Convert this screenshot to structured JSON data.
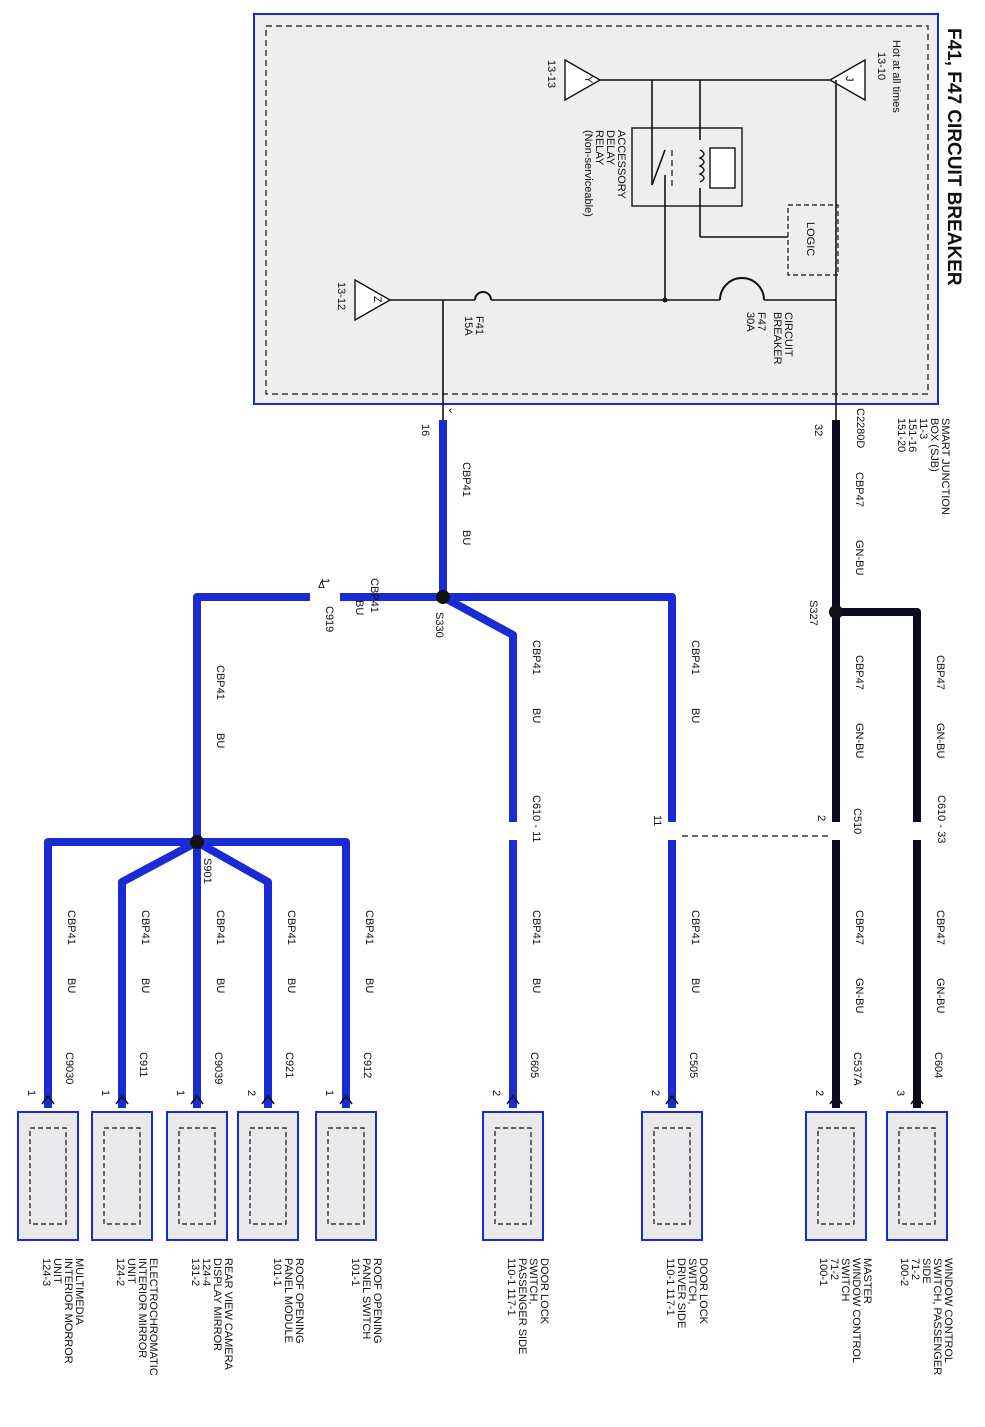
{
  "title": "F41, F47 CIRCUIT BREAKER",
  "sjb": {
    "hot_label": "Hot at all times",
    "hot_ref": "13-10",
    "hot_tag": "J",
    "y_ref": "13-13",
    "y_tag": "Y",
    "z_ref": "13-12",
    "z_tag": "Z",
    "relay_label": "ACCESSORY\nDELAY\nRELAY\n(Non-serviceable)",
    "logic_label": "LOGIC",
    "breaker_label": "CIRCUIT\nBREAKER",
    "f47": "F47\n30A",
    "f41": "F41\n15A"
  },
  "junction": {
    "name": "SMART JUNCTION\nBOX (SJB)\n11-3\n151-16\n151-20",
    "connector": "C2280D",
    "pin_left": "16",
    "pin_right": "32"
  },
  "wires": {
    "cbp41": "CBP41",
    "bu": "BU",
    "cbp47": "CBP47",
    "gnbu": "GN-BU"
  },
  "splices": {
    "s330": "S330",
    "s327": "S327",
    "s901": "S901"
  },
  "inline": {
    "c919": "C919",
    "c919_pin": "1",
    "c610_11": "C610 - 11",
    "c610_33": "C610 - 33",
    "c510": "C510",
    "c510_pin_left": "11",
    "c510_pin_right": "2"
  },
  "components": [
    {
      "id": "multimedia",
      "connector": "C9030",
      "pin": "1",
      "label": "MULTIMEDIA\nINTERIOR MORROR\nUNIT\n124-3"
    },
    {
      "id": "electrochromatic",
      "connector": "C911",
      "pin": "1",
      "label": "ELECTROCHROMATIC\nINTERIOR MIRROR\nUNIT\n124-2"
    },
    {
      "id": "rear-view",
      "connector": "C9039",
      "pin": "1",
      "label": "REAR VIEW CAMERA\nDISPLAY MIRROR\n124-4\n131-2"
    },
    {
      "id": "roof-module",
      "connector": "C921",
      "pin": "2",
      "label": "ROOF OPENING\nPANEL MODULE\n101-1"
    },
    {
      "id": "roof-switch",
      "connector": "C912",
      "pin": "1",
      "label": "ROOF OPENING\nPANEL SWITCH\n101-1"
    },
    {
      "id": "door-lock-passenger",
      "connector": "C605",
      "pin": "2",
      "label": "DOOR LOCK\nSWITCH,\nPASSENGER SIDE\n110-1   117-1"
    },
    {
      "id": "door-lock-driver",
      "connector": "C505",
      "pin": "2",
      "label": "DOOR LOCK\nSWITCH,\nDRIVER SIDE\n110-1   117-1"
    },
    {
      "id": "master-window",
      "connector": "C537A",
      "pin": "2",
      "label": "MASTER\nWINDOW CONTROL\nSWITCH\n71-2\n100-1"
    },
    {
      "id": "window-passenger",
      "connector": "C604",
      "pin": "3",
      "label": "WINDOW CONTROL\nSWITCH, PASSENGER\nSIDE\n71-2\n100-2"
    }
  ]
}
